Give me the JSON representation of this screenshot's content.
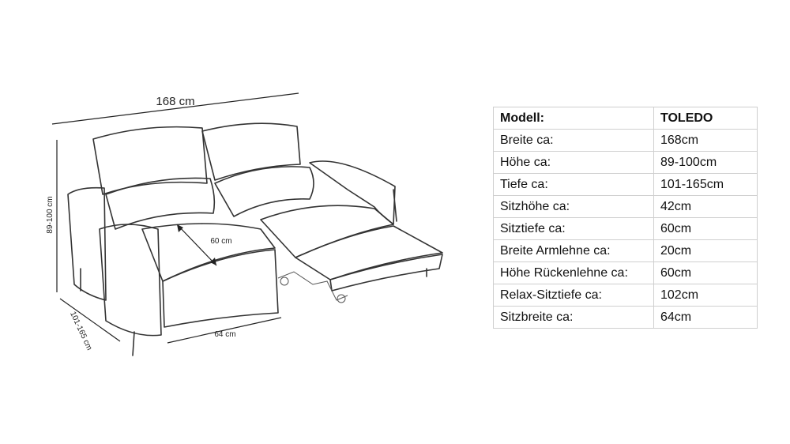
{
  "dimensions": {
    "width": "168 cm",
    "height": "89-100 cm",
    "depth": "101-165 cm",
    "seat_depth": "60 cm",
    "seat_width": "64 cm"
  },
  "specs": {
    "header": {
      "label": "Modell:",
      "value": "TOLEDO"
    },
    "rows": [
      {
        "label": "Breite ca:",
        "value": "168cm"
      },
      {
        "label": "Höhe ca:",
        "value": "89-100cm"
      },
      {
        "label": "Tiefe ca:",
        "value": "101-165cm"
      },
      {
        "label": "Sitzhöhe ca:",
        "value": "42cm"
      },
      {
        "label": "Sitztiefe ca:",
        "value": "60cm"
      },
      {
        "label": "Breite Armlehne ca:",
        "value": "20cm"
      },
      {
        "label": "Höhe Rückenlehne ca:",
        "value": "60cm"
      },
      {
        "label": "Relax-Sitztiefe ca:",
        "value": "102cm"
      },
      {
        "label": "Sitzbreite ca:",
        "value": "64cm"
      }
    ]
  }
}
